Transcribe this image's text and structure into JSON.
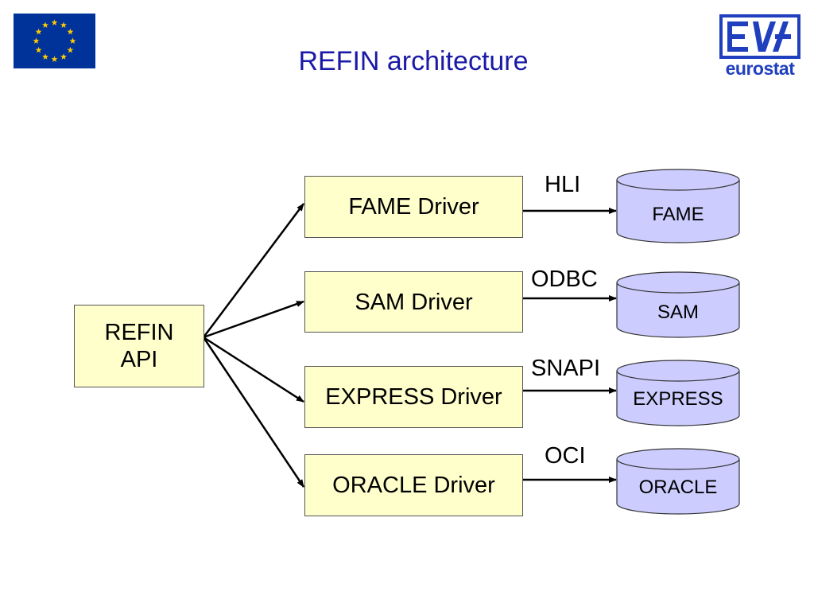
{
  "title": "REFIN architecture",
  "logo": {
    "text": "eurostat"
  },
  "api": {
    "line1": "REFIN",
    "line2": "API"
  },
  "drivers": [
    {
      "label": "FAME Driver",
      "protocol": "HLI",
      "database": "FAME"
    },
    {
      "label": "SAM Driver",
      "protocol": "ODBC",
      "database": "SAM"
    },
    {
      "label": "EXPRESS Driver",
      "protocol": "SNAPI",
      "database": "EXPRESS"
    },
    {
      "label": "ORACLE Driver",
      "protocol": "OCI",
      "database": "ORACLE"
    }
  ],
  "colors": {
    "box_fill": "#ffffcc",
    "database_fill": "#ccccff",
    "title": "#1a1aa6",
    "eu_flag": "#003399",
    "eu_stars": "#ffcc00",
    "logo": "#1f3fbf"
  }
}
